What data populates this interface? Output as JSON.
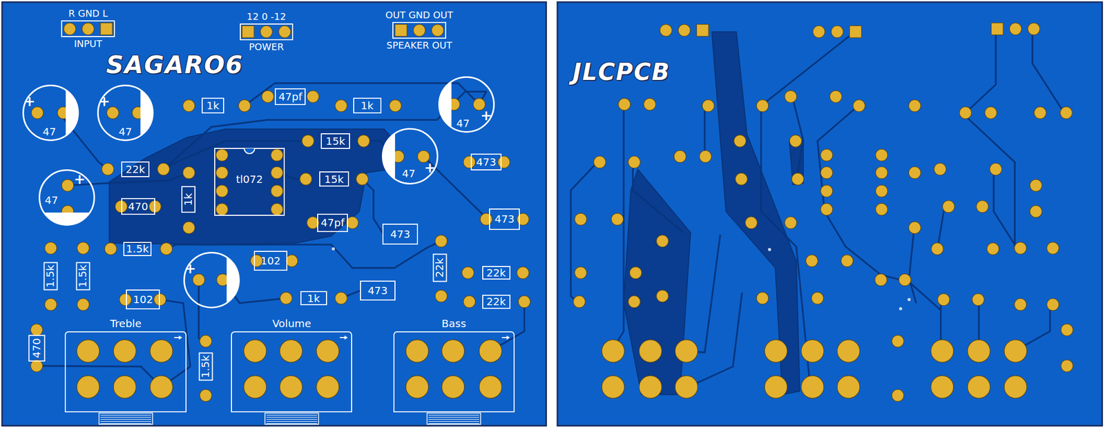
{
  "diagram": {
    "nodes": [
      {
        "text": [
          "R GND L",
          "INPUT"
        ]
      },
      {
        "text": [
          "12 0 -12",
          "POWER"
        ]
      },
      {
        "text": [
          "OUT GND OUT",
          "SPEAKER OUT"
        ]
      },
      {
        "text": [
          "47",
          "+"
        ]
      },
      {
        "text": [
          "47",
          "+"
        ]
      },
      {
        "text": [
          "1k"
        ]
      },
      {
        "text": [
          "47pf"
        ]
      },
      {
        "text": [
          "1k"
        ]
      },
      {
        "text": [
          "47",
          "+"
        ]
      },
      {
        "text": [
          "15k"
        ]
      },
      {
        "text": [
          "47",
          "+"
        ]
      },
      {
        "text": [
          "473"
        ]
      },
      {
        "text": [
          "22k"
        ]
      },
      {
        "text": [
          "tl072"
        ]
      },
      {
        "text": [
          "47",
          "+"
        ]
      },
      {
        "text": [
          "15k"
        ]
      },
      {
        "text": [
          "470"
        ]
      },
      {
        "text": [
          "1k"
        ]
      },
      {
        "text": [
          "473"
        ]
      },
      {
        "text": [
          "47pf"
        ]
      },
      {
        "text": [
          "473"
        ]
      },
      {
        "text": [
          "1.5k"
        ]
      },
      {
        "text": [
          "1.5k"
        ]
      },
      {
        "text": [
          "1.5k"
        ]
      },
      {
        "text": [
          "102"
        ]
      },
      {
        "text": [
          "22k"
        ]
      },
      {
        "text": [
          "22k"
        ]
      },
      {
        "text": [
          "+"
        ]
      },
      {
        "text": [
          "102"
        ]
      },
      {
        "text": [
          "1k"
        ]
      },
      {
        "text": [
          "473"
        ]
      },
      {
        "text": [
          "22k"
        ]
      },
      {
        "text": [
          "470"
        ]
      },
      {
        "text": [
          "1.5k"
        ]
      },
      {
        "text": [
          "Treble"
        ]
      },
      {
        "text": [
          "Volume"
        ]
      },
      {
        "text": [
          "Bass"
        ]
      }
    ],
    "labels": [
      "SAGARO6",
      "JLCPCB"
    ]
  }
}
